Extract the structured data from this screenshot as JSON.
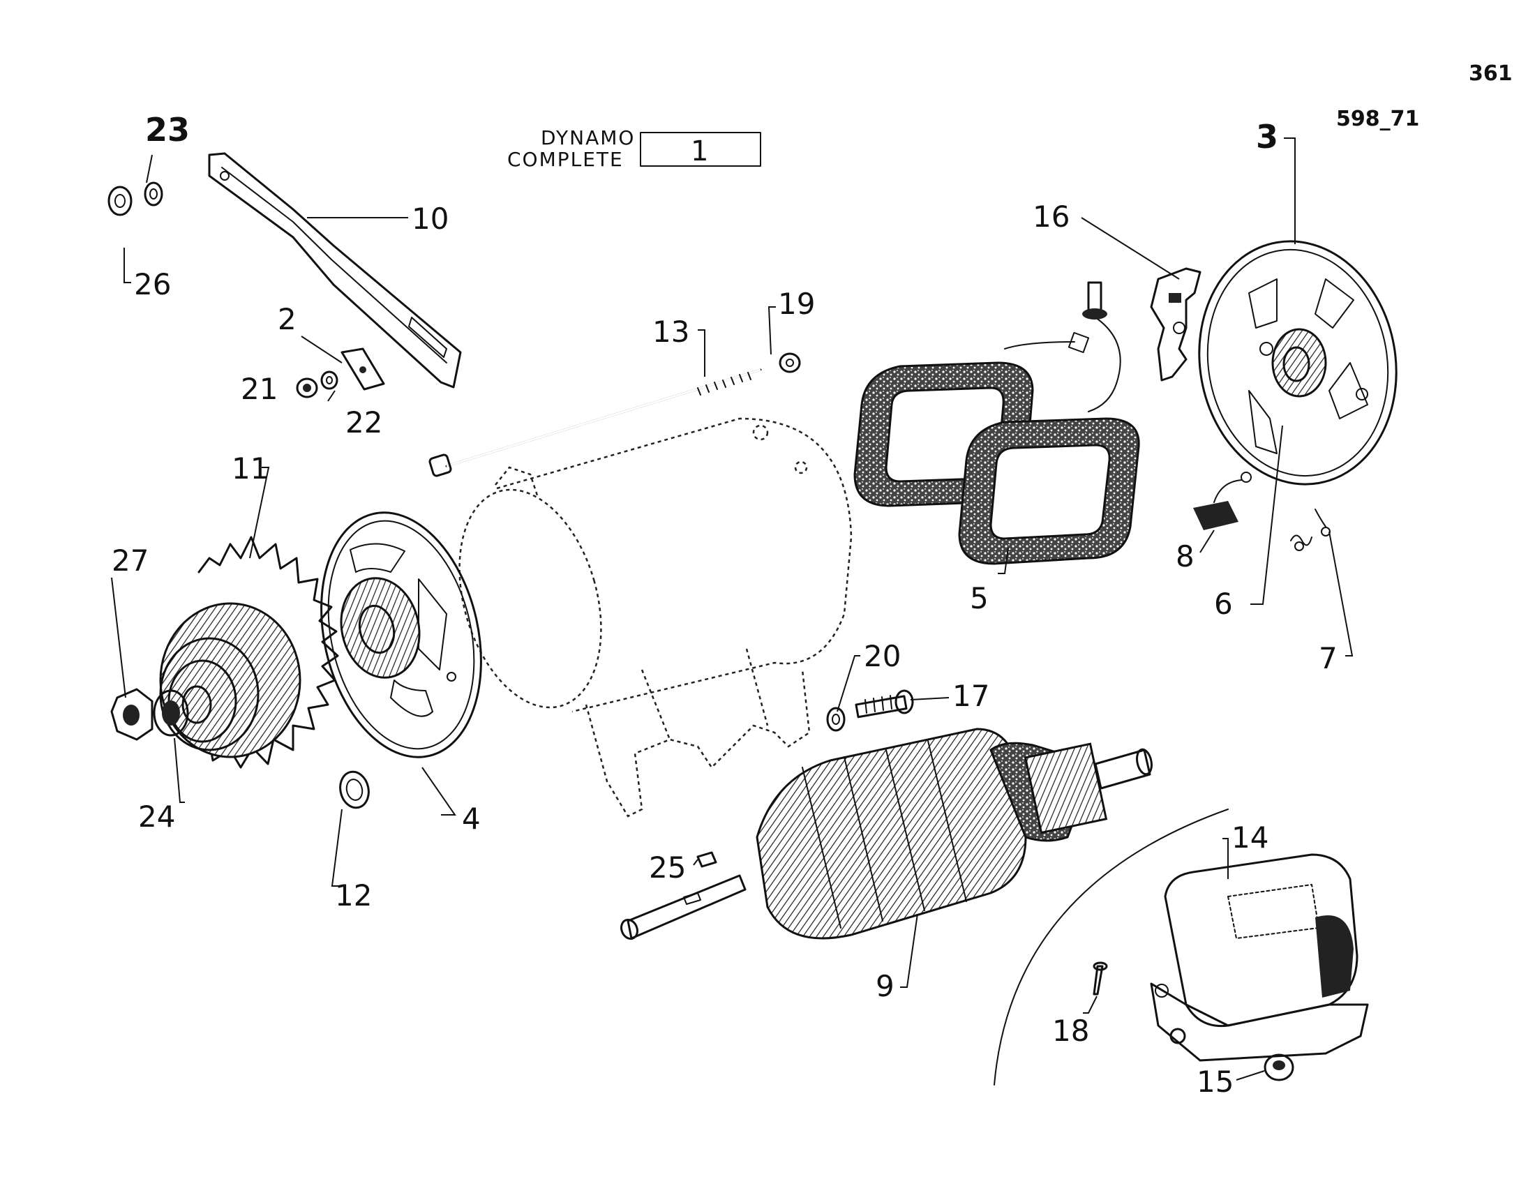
{
  "page_number": "361",
  "drawing_ref": "598_71",
  "title": {
    "line1": "DYNAMO",
    "line2": "COMPLETE",
    "ref": "1"
  },
  "callouts": {
    "p2": "2",
    "p3": "3",
    "p4": "4",
    "p5": "5",
    "p6": "6",
    "p7": "7",
    "p8": "8",
    "p9": "9",
    "p10": "10",
    "p11": "11",
    "p12": "12",
    "p13": "13",
    "p14": "14",
    "p15": "15",
    "p16": "16",
    "p17": "17",
    "p18": "18",
    "p19": "19",
    "p20": "20",
    "p21": "21",
    "p22": "22",
    "p23": "23",
    "p24": "24",
    "p25": "25",
    "p26": "26",
    "p27": "27"
  }
}
